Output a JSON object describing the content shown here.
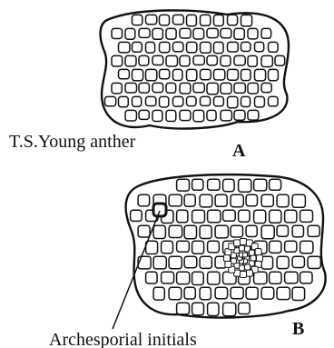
{
  "panels": {
    "a": {
      "caption": "T.S.Young anther",
      "letter": "A"
    },
    "b": {
      "letter": "B",
      "callout": "Archesporial initials"
    }
  },
  "colors": {
    "ink": "#111111",
    "paper": "#ffffff"
  }
}
